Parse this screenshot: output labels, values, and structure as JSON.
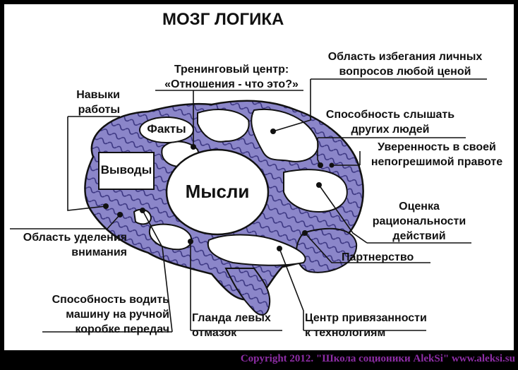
{
  "title": "МОЗГ ЛОГИКА",
  "regions": {
    "facts": "Факты",
    "conclusions": "Выводы",
    "thoughts": "Мысли"
  },
  "labels": {
    "work_skills": [
      "Навыки",
      "работы"
    ],
    "training_center": [
      "Тренинговый центр:",
      "«Отношения - что это?»"
    ],
    "avoid_personal": [
      "Область избегания личных",
      "вопросов любой ценой"
    ],
    "hear_others": [
      "Способность слышать",
      "других людей"
    ],
    "confidence": [
      "Уверенность в своей",
      "непогрешимой правоте"
    ],
    "rationality": [
      "Оценка",
      "рациональности",
      "действий"
    ],
    "partnership": [
      "Партнерство"
    ],
    "attention": [
      "Область уделения",
      "внимания"
    ],
    "driving": [
      "Способность водить",
      "машину на ручной",
      "коробке передач"
    ],
    "excuses_gland": [
      "Гланда левых",
      "отмазок"
    ],
    "tech_attachment": [
      "Центр привязанности",
      "к технологиям"
    ]
  },
  "copyright": "Copyright 2012. \"Школа соционики AlekSi\" www.aleksi.su",
  "colors": {
    "brain_fill": "#8b86c9",
    "brain_dark": "#3a3580",
    "outline": "#111111",
    "copyright": "#8e2da6"
  }
}
